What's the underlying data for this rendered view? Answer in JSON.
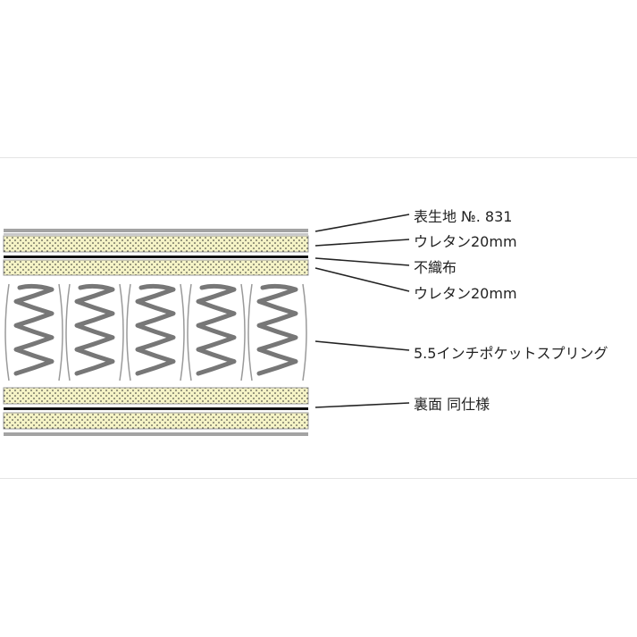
{
  "diagram": {
    "title": "",
    "labels": {
      "cover": "表生地 №. 831",
      "urethane_top": "ウレタン20mm",
      "nonwoven": "不織布",
      "urethane_mid": "ウレタン20mm",
      "spring": "5.5インチポケットスプリング",
      "back": "裏面 同仕様"
    },
    "colors": {
      "foam": "#f5f3c6",
      "dots": "#2a2a2a",
      "gray_band": "#a3a3a3",
      "black_line": "#111111",
      "spring": "#777777",
      "leader": "#222222"
    }
  }
}
